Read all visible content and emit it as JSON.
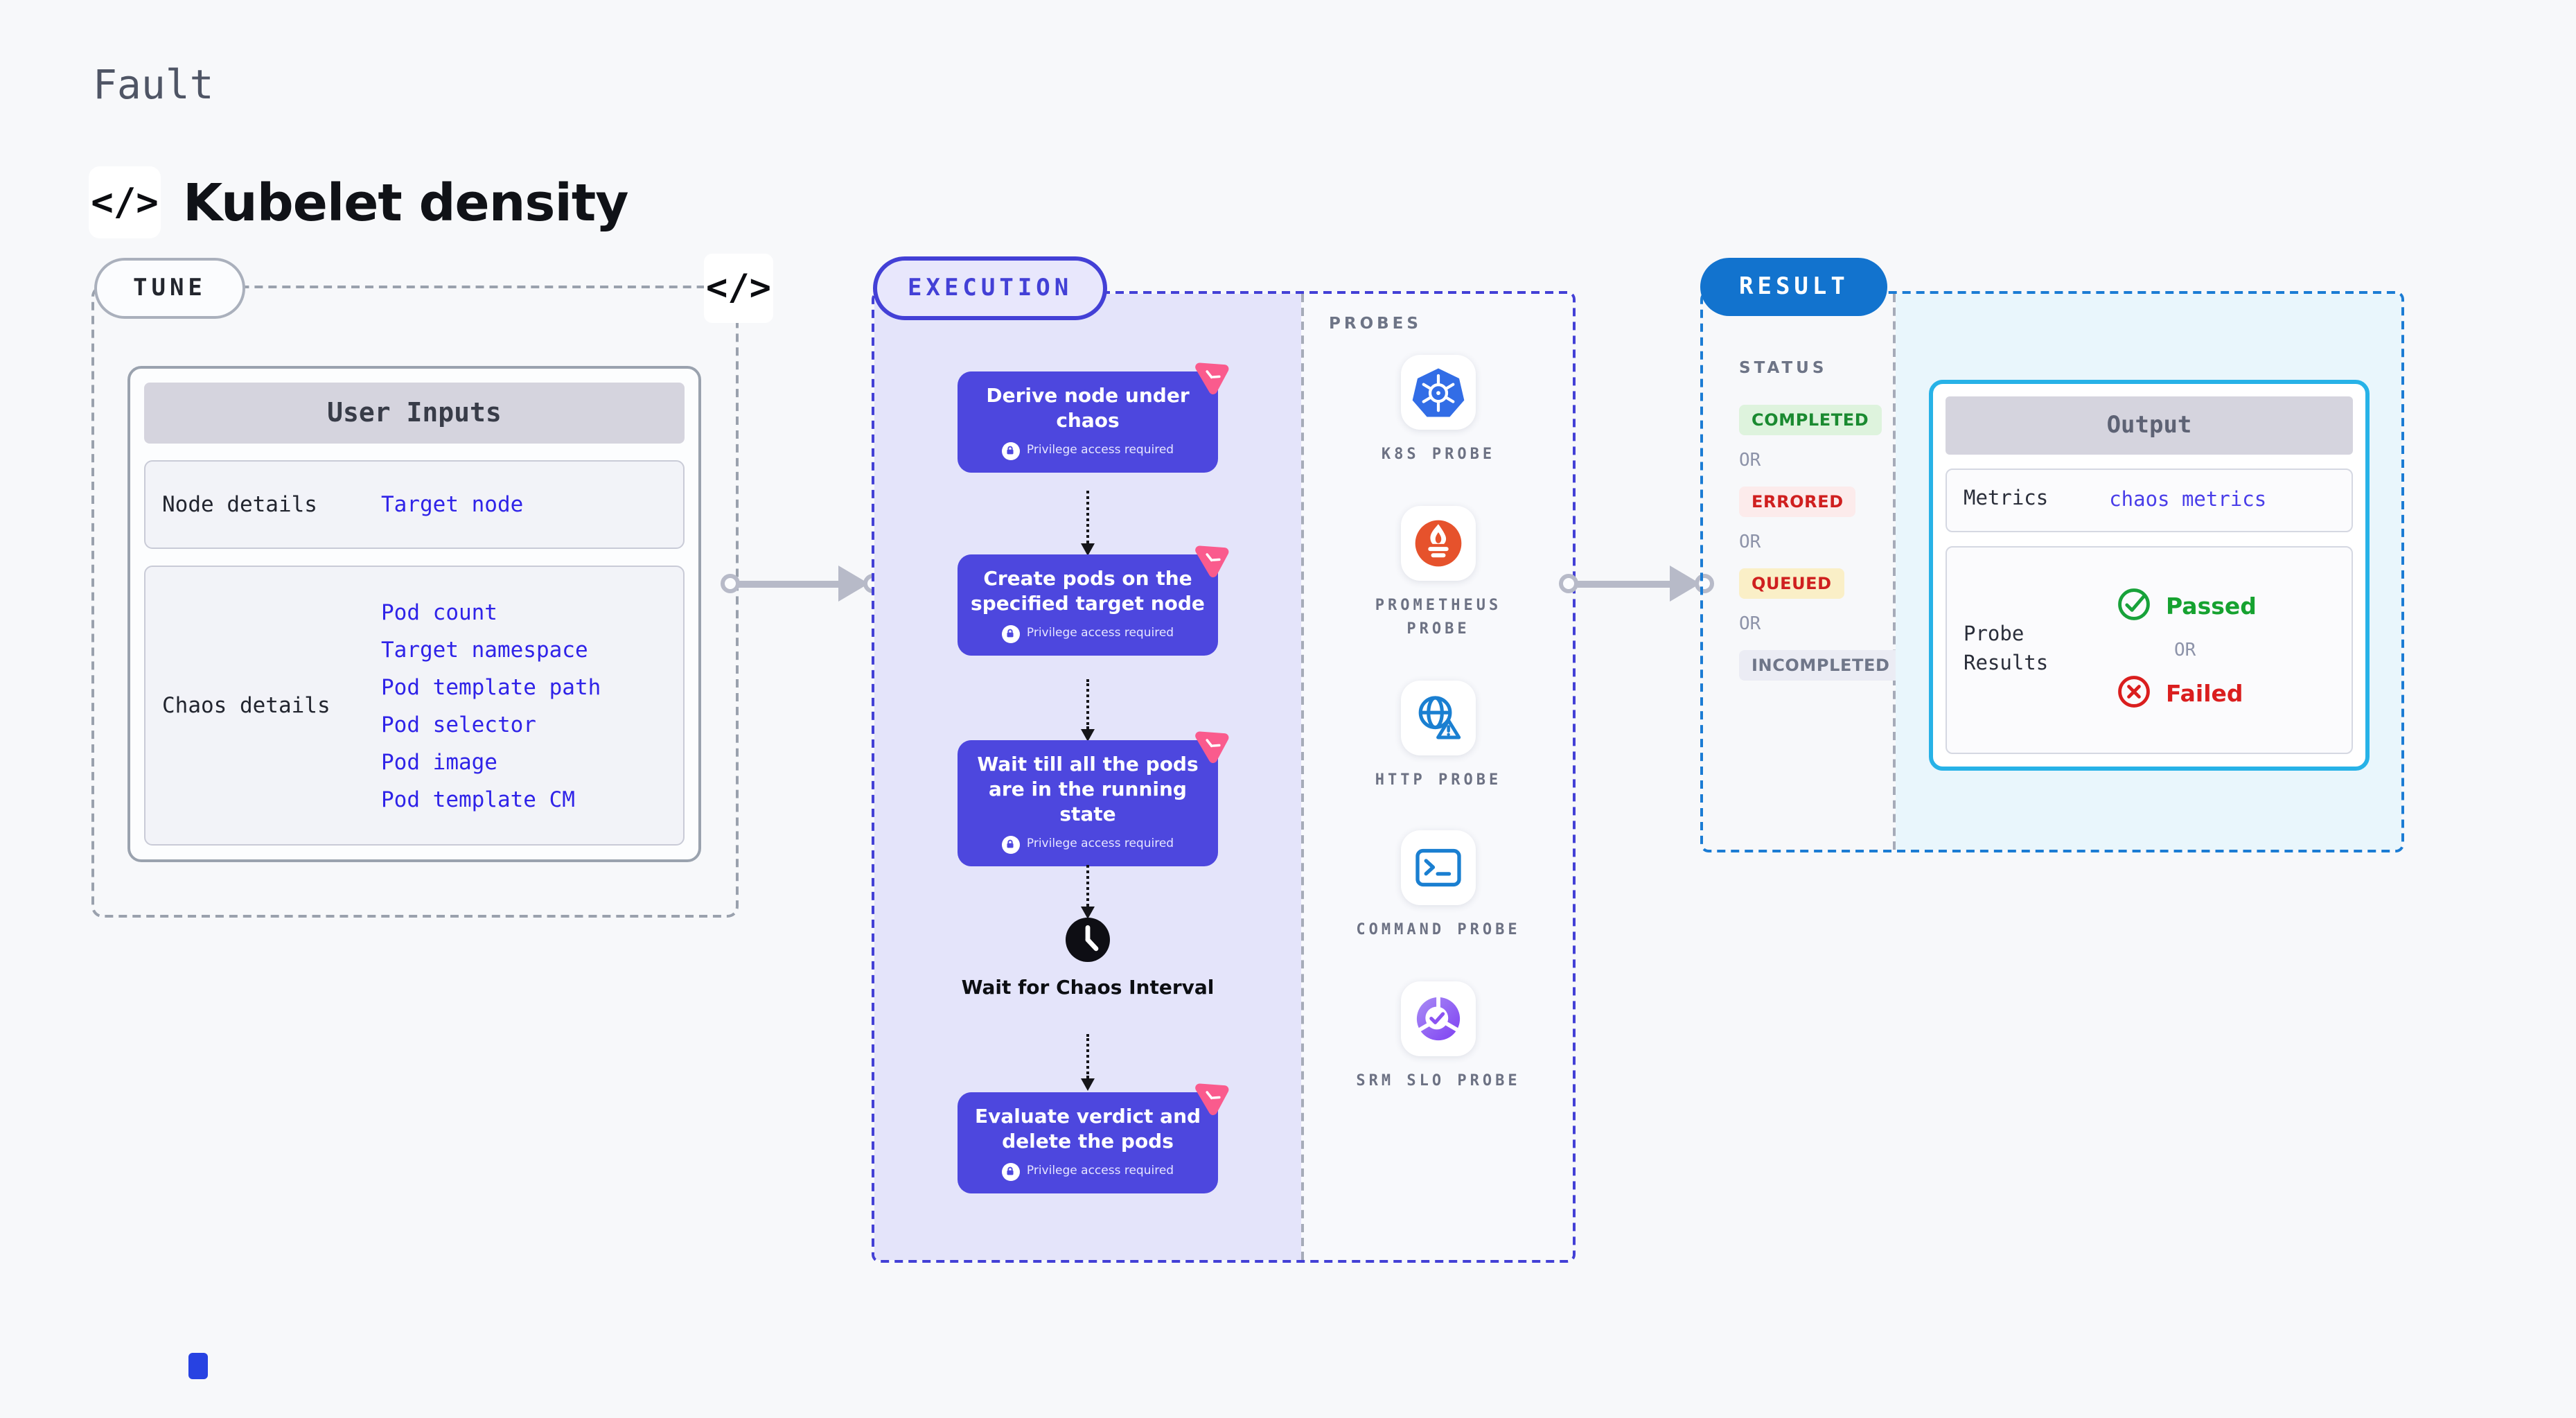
{
  "header": {
    "eyebrow": "Fault",
    "title": "Kubelet density",
    "code_icon_glyph": "</>"
  },
  "tune": {
    "pill_label": "TUNE",
    "code_icon_glyph": "</>",
    "user_inputs": {
      "header": "User Inputs",
      "rows": [
        {
          "label": "Node details",
          "links": [
            "Target node"
          ]
        },
        {
          "label": "Chaos details",
          "links": [
            "Pod count",
            "Target namespace",
            "Pod template path",
            "Pod selector",
            "Pod image",
            "Pod template CM"
          ]
        }
      ]
    }
  },
  "execution": {
    "pill_label": "EXECUTION",
    "privilege_badge": "Privilege access required",
    "steps": [
      {
        "title": "Derive node under chaos"
      },
      {
        "title": "Create pods on the specified target node"
      },
      {
        "title": "Wait till all the pods are in the running state"
      }
    ],
    "wait_step": {
      "label": "Wait for Chaos Interval"
    },
    "final_step": {
      "title": "Evaluate verdict and delete the pods"
    }
  },
  "probes": {
    "panel_label": "PROBES",
    "items": [
      {
        "name": "K8S PROBE",
        "icon": "kubernetes-icon"
      },
      {
        "name": "PROMETHEUS PROBE",
        "icon": "prometheus-icon"
      },
      {
        "name": "HTTP PROBE",
        "icon": "http-globe-icon"
      },
      {
        "name": "COMMAND PROBE",
        "icon": "terminal-icon"
      },
      {
        "name": "SRM SLO PROBE",
        "icon": "slo-donut-icon"
      }
    ]
  },
  "result": {
    "pill_label": "RESULT",
    "status_label": "STATUS",
    "or_label": "OR",
    "statuses": [
      {
        "label": "COMPLETED",
        "type": "success"
      },
      {
        "label": "ERRORED",
        "type": "error"
      },
      {
        "label": "QUEUED",
        "type": "warning"
      },
      {
        "label": "INCOMPLETED",
        "type": "neutral"
      }
    ],
    "output": {
      "header": "Output",
      "metrics_label": "Metrics",
      "metrics_link": "chaos metrics",
      "probe_results_label": "Probe Results",
      "passed_label": "Passed",
      "or_label": "OR",
      "failed_label": "Failed"
    }
  },
  "colors": {
    "page_bg": "#f7f8fa",
    "link_blue": "#2f23e8",
    "card_indigo": "#4d47de",
    "execution_border": "#4340d6",
    "lavender_bg": "#e4e4fa",
    "result_blue": "#1273ce",
    "result_border": "#1b7cd4",
    "output_border": "#27b2e7",
    "cyan_panel": "#e9f6fc",
    "success_green": "#1a8a30",
    "error_red": "#cf1f1f",
    "warning_bg": "#faefc7",
    "pink_logo": "#fa5b8d",
    "arrow_gray": "#b7bac8",
    "kubernetes_blue": "#326de6",
    "prometheus_orange": "#e6522c",
    "http_blue": "#1a7fd1",
    "srm_purple": "#7e3ff2"
  }
}
